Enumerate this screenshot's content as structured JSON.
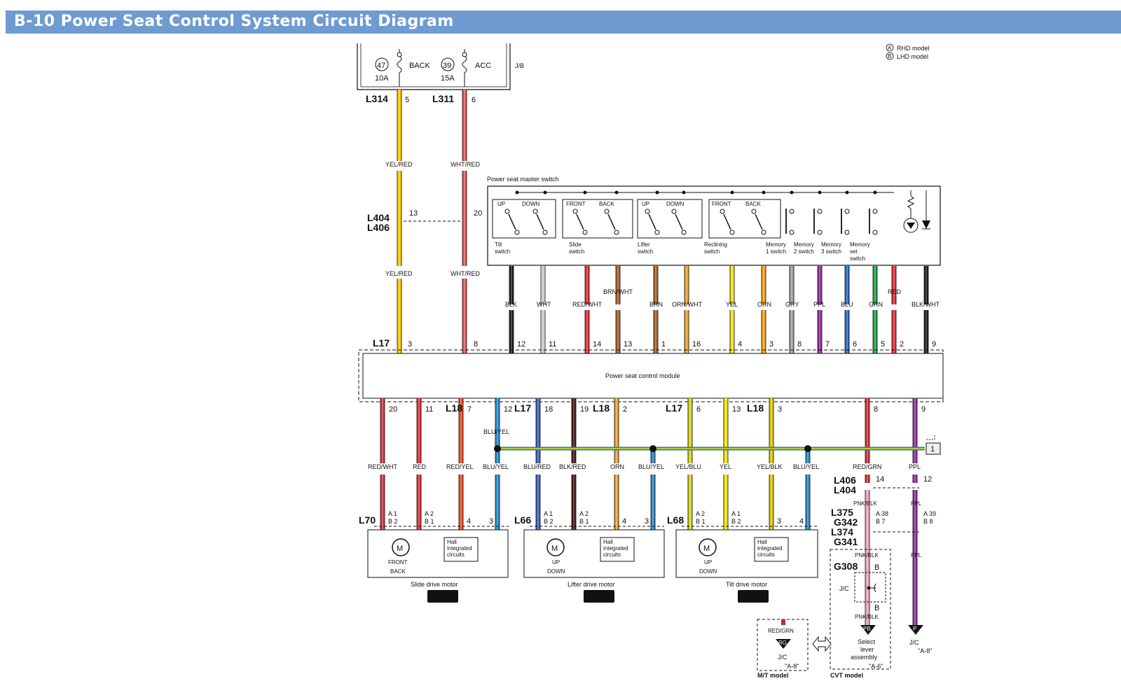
{
  "title": "B-10 Power Seat Control System Circuit Diagram",
  "legend": {
    "a": "RHD model",
    "b": "LHD model"
  },
  "fuse_box": {
    "label": "J/B",
    "fuses": [
      {
        "number": "47",
        "rating": "10A",
        "name": "BACK"
      },
      {
        "number": "39",
        "rating": "15A",
        "name": "ACC"
      }
    ]
  },
  "modules": {
    "master_switch": "Power seat master switch",
    "control_module": "Power seat control module"
  },
  "switches": {
    "tilt": {
      "up": "UP",
      "down": "DOWN",
      "label": "Tilt\nswitch"
    },
    "slide": {
      "front": "FRONT",
      "back": "BACK",
      "label": "Slide\nswitch"
    },
    "lifter": {
      "up": "UP",
      "down": "DOWN",
      "label": "Lifter\nswitch"
    },
    "reclining": {
      "front": "FRONT",
      "back": "BACK",
      "label": "Reclining\nswitch"
    },
    "memory1": "Memory\n1 switch",
    "memory2": "Memory\n2 switch",
    "memory3": "Memory\n3 switch",
    "memory_set": "Memory\nset\nswitch"
  },
  "connectors": {
    "L314": "L314",
    "L311": "L311",
    "L404": "L404",
    "L406": "L406",
    "L17": "L17",
    "L18": "L18",
    "L70": "L70",
    "L66": "L66",
    "L68": "L68",
    "L375": "L375",
    "G342": "G342",
    "L374": "L374",
    "G341": "G341",
    "G308": "G308"
  },
  "wires": {
    "top": [
      {
        "color": "YEL/RED",
        "hex": "#f5c400",
        "pin_fuse": "5",
        "pin_l404": "13",
        "pin_l17": "3"
      },
      {
        "color": "WHT/RED",
        "hex": "#e8474a",
        "pin_fuse": "6",
        "pin_l404": "20",
        "pin_l17": "8"
      }
    ],
    "switch_wires": [
      {
        "color": "BLK",
        "hex": "#111111",
        "pin": "12"
      },
      {
        "color": "WHT",
        "hex": "#d8d8d8",
        "pin": "11"
      },
      {
        "color": "RED/WHT",
        "hex": "#e0202a",
        "pin": "14"
      },
      {
        "color": "BRN/WHT",
        "hex": "#9b5a1e",
        "pin": "13"
      },
      {
        "color": "BRN",
        "hex": "#9b5a1e",
        "pin": "1"
      },
      {
        "color": "ORN/WHT",
        "hex": "#f39a10",
        "pin": "16"
      },
      {
        "color": "YEL",
        "hex": "#f2e000",
        "pin": "4"
      },
      {
        "color": "ORN",
        "hex": "#f39a10",
        "pin": "3"
      },
      {
        "color": "GRY",
        "hex": "#9a9a9a",
        "pin": "8"
      },
      {
        "color": "PPL",
        "hex": "#8e1f9a",
        "pin": "7"
      },
      {
        "color": "BLU",
        "hex": "#1f5fbf",
        "pin": "6"
      },
      {
        "color": "GRN",
        "hex": "#119a3c",
        "pin": "5"
      },
      {
        "color": "RED",
        "hex": "#e0202a",
        "pin": "2"
      },
      {
        "color": "BLK/WHT",
        "hex": "#111111",
        "pin": "9"
      }
    ],
    "bottom": [
      {
        "color": "RED/WHT",
        "hex": "#e0202a",
        "pin": "20"
      },
      {
        "color": "RED",
        "hex": "#e0202a",
        "pin": "11"
      },
      {
        "color": "RED/YEL",
        "hex": "#e8401a",
        "pin": "7"
      },
      {
        "color": "BLU/YEL",
        "hex": "#1f7fbf",
        "pin": "12"
      },
      {
        "color": "BLU/RED",
        "hex": "#2e55c0",
        "pin": "18"
      },
      {
        "color": "BLK/RED",
        "hex": "#3a0b0b",
        "pin": "19"
      },
      {
        "color": "ORN",
        "hex": "#f39a10",
        "pin": "2"
      },
      {
        "color": "BLU/YEL",
        "hex": "#1f7fbf",
        "pin": ""
      },
      {
        "color": "YEL/BLU",
        "hex": "#d7d000",
        "pin": "6"
      },
      {
        "color": "YEL",
        "hex": "#f2e000",
        "pin": "13"
      },
      {
        "color": "YEL/BLK",
        "hex": "#d7c200",
        "pin": "3"
      },
      {
        "color": "BLU/YEL",
        "hex": "#1f7fbf",
        "pin": ""
      },
      {
        "color": "RED/GRN",
        "hex": "#c62828",
        "pin": "8"
      },
      {
        "color": "PPL",
        "hex": "#8e1f9a",
        "pin": "9"
      }
    ],
    "pnk_blk": "PNK/BLK",
    "ppl": "PPL",
    "blu_yel_top": "BLU/YEL"
  },
  "motors": {
    "slide": {
      "name": "Slide drive motor",
      "dir1": "FRONT",
      "dir2": "BACK",
      "pins": [
        "A 1",
        "B 2",
        "A 2",
        "B 1",
        "4",
        "3"
      ]
    },
    "lifter": {
      "name": "Lifter drive motor",
      "dir1": "UP",
      "dir2": "DOWN",
      "pins": [
        "A 1",
        "B 2",
        "A 2",
        "B 1",
        "4",
        "3"
      ]
    },
    "tilt": {
      "name": "Tilt drive motor",
      "dir1": "UP",
      "dir2": "DOWN",
      "pins": [
        "A 2",
        "B 1",
        "A 1",
        "B 2",
        "3",
        "4"
      ]
    },
    "hall": "Hall\nintegrated\ncircuits",
    "motor_symbol": "M"
  },
  "lower_right": {
    "l406_pins": [
      "14",
      "12"
    ],
    "l375_pins": [
      "A 38",
      "B 7",
      "A 39",
      "B 8"
    ],
    "jc": "J/C",
    "b": "B",
    "select_lever": "Select\nlever\nassembly",
    "ref_a6": "\"A-6\"",
    "ref_a8": "\"A-8\"",
    "mt_model": "M/T model",
    "cvt_model": "CVT model",
    "red_grn": "RED/GRN",
    "rg": "RG",
    "pb": "PB",
    "p": "P",
    "page_ref": "1"
  }
}
